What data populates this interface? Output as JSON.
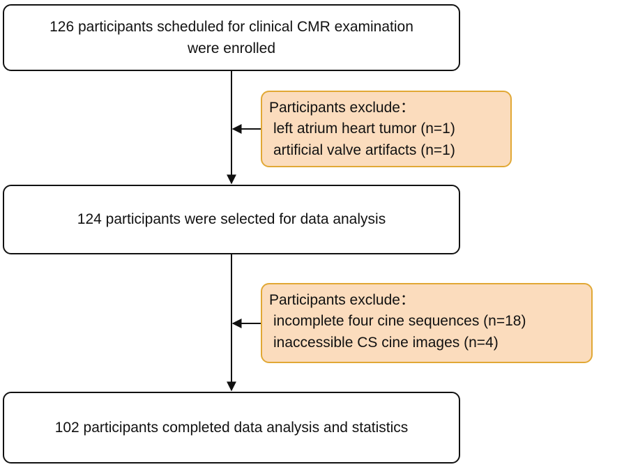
{
  "steps": [
    {
      "lines": [
        "126 participants scheduled for clinical CMR examination",
        "were enrolled"
      ]
    },
    {
      "lines": [
        "124 participants were selected for data analysis"
      ]
    },
    {
      "lines": [
        "102 participants completed data analysis and statistics"
      ]
    }
  ],
  "exclusions": [
    {
      "heading": "Participants exclude：",
      "items": [
        "left atrium heart tumor (n=1)",
        "artificial valve artifacts (n=1)"
      ]
    },
    {
      "heading": "Participants exclude：",
      "items": [
        "incomplete four cine sequences (n=18)",
        "inaccessible CS cine images (n=4)"
      ]
    }
  ],
  "colors": {
    "box_border": "#111111",
    "exclusion_fill": "#fbdcbd",
    "exclusion_border": "#e1a835"
  }
}
